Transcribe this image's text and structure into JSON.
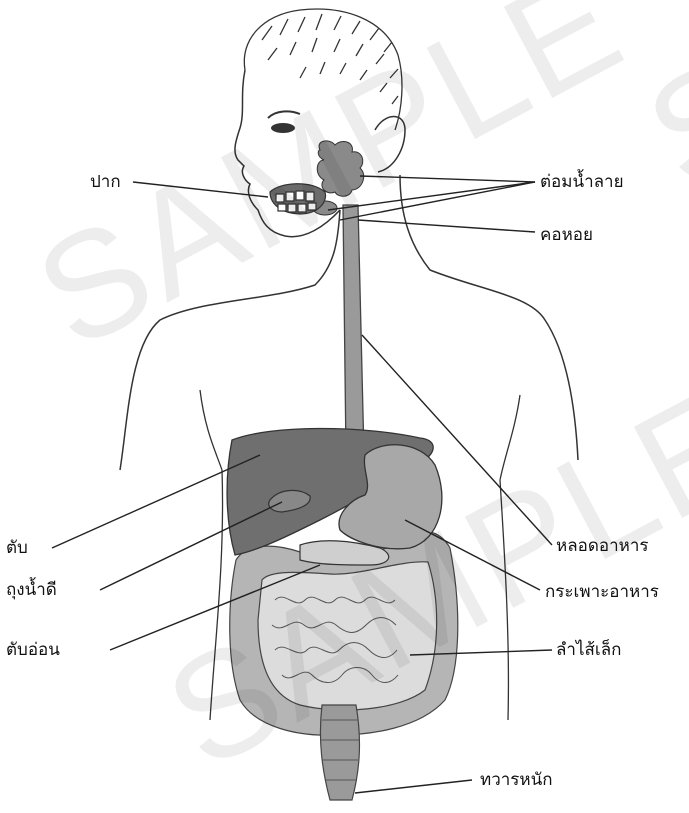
{
  "labels": {
    "mouth": "ปาก",
    "salivary_gland": "ต่อมน้ำลาย",
    "throat": "คอหอย",
    "esophagus": "หลอดอาหาร",
    "stomach": "กระเพาะอาหาร",
    "small_intestine": "ลำไส้เล็ก",
    "rectum": "ทวารหนัก",
    "liver": "ตับ",
    "gallbladder": "ถุงน้ำดี",
    "pancreas": "ตับอ่อน"
  },
  "watermark": "SAMPLE"
}
